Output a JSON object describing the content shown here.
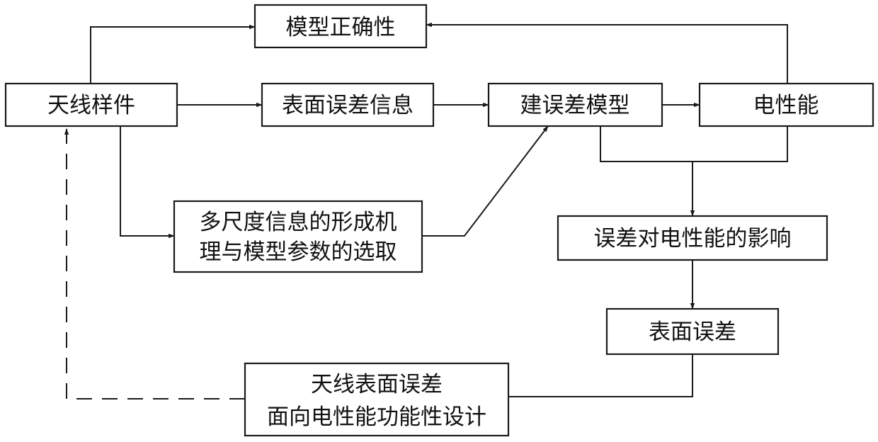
{
  "nodes": {
    "model_correctness": "模型正确性",
    "antenna_sample": "天线样件",
    "surface_error_info": "表面误差信息",
    "build_error_model": "建误差模型",
    "electrical_performance": "电性能",
    "multiscale_line1": "多尺度信息的形成机",
    "multiscale_line2": "理与模型参数的选取",
    "error_effect": "误差对电性能的影响",
    "surface_error": "表面误差",
    "design_line1": "天线表面误差",
    "design_line2": "面向电性能功能性设计"
  }
}
